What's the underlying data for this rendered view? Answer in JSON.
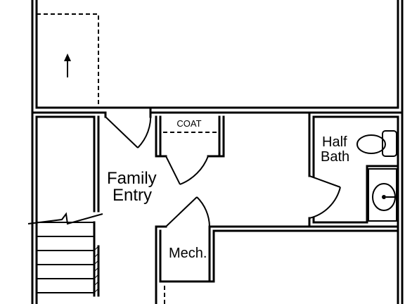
{
  "rooms": {
    "coat": "COAT",
    "half_bath_line1": "Half",
    "half_bath_line2": "Bath",
    "family_entry_line1": "Family",
    "family_entry_line2": "Entry",
    "mech": "Mech."
  },
  "icons": {
    "up_arrow": "up-arrow-icon",
    "toilet": "toilet-icon",
    "sink": "sink-icon",
    "stair_break": "stair-break-icon"
  },
  "colors": {
    "line": "#000000",
    "background": "#ffffff"
  }
}
